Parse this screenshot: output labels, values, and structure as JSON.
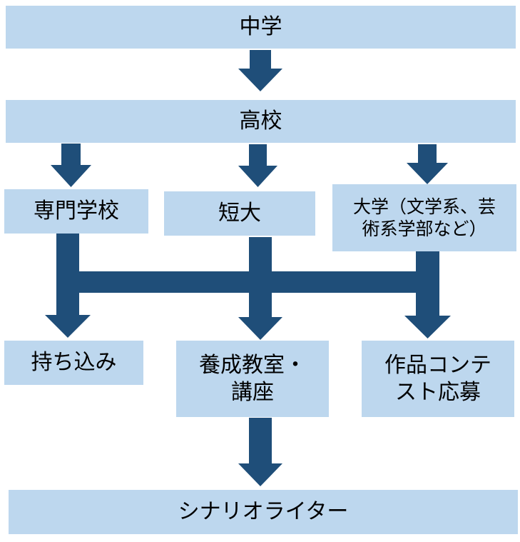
{
  "colors": {
    "box_fill": "#bdd7ee",
    "arrow_fill": "#1f4e79",
    "text": "#000000"
  },
  "nodes": {
    "junior_high": "中学",
    "high_school": "高校",
    "vocational_school": "専門学校",
    "junior_college": "短大",
    "university_line1": "大学（文学系、芸",
    "university_line2": "術系学部など）",
    "submission": "持ち込み",
    "training_school_line1": "養成教室・",
    "training_school_line2": "講座",
    "contest_line1": "作品コンテ",
    "contest_line2": "スト応募",
    "scenario_writer": "シナリオライター"
  }
}
